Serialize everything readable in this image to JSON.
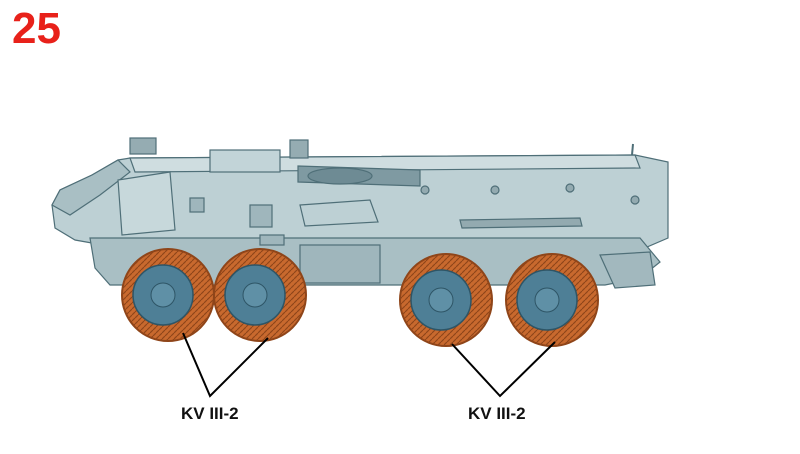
{
  "step_number": "25",
  "part_labels": {
    "front_pair": "KV III-2",
    "rear_pair": "KV III-2"
  },
  "colors": {
    "step_number": "#e8211a",
    "hull": "#b9ccd0",
    "hull_outline": "#4f6f78",
    "wheel_tire": "#c8692e",
    "wheel_hub": "#4e7f96",
    "leader_line": "#000000"
  }
}
